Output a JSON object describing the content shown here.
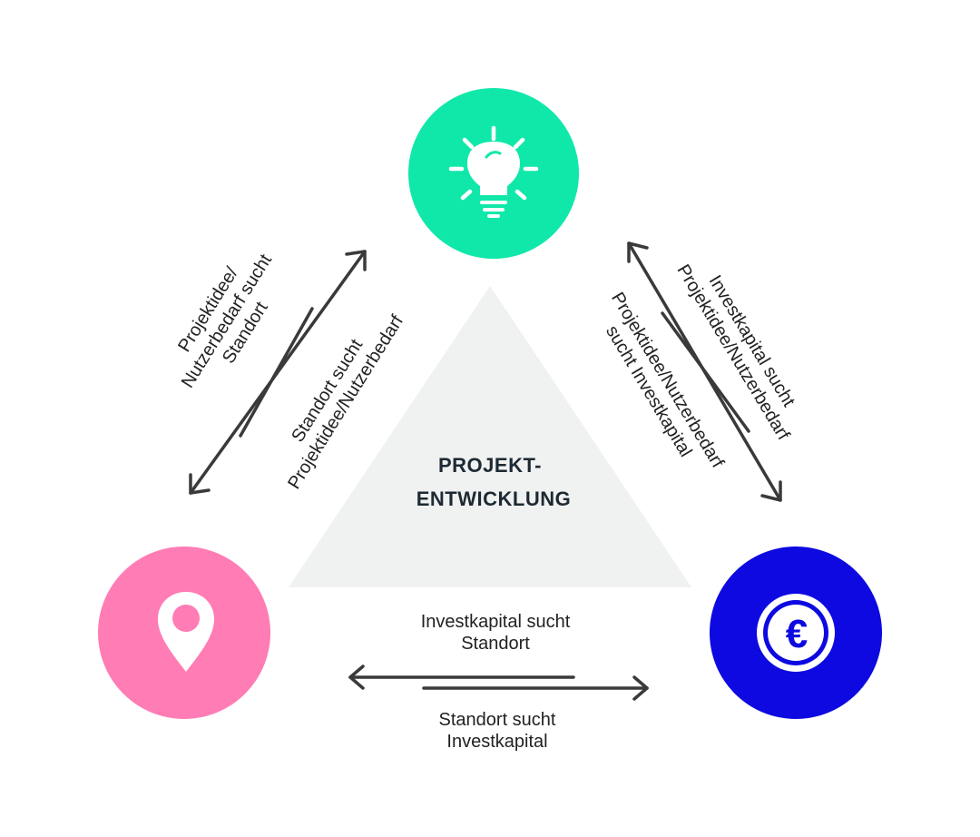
{
  "center": {
    "line1": "PROJEKT-",
    "line2": "ENTWICKLUNG"
  },
  "nodes": {
    "idea": {
      "icon": "lightbulb-icon",
      "color": "#10e8aa"
    },
    "location": {
      "icon": "map-pin-icon",
      "color": "#ff7cb4"
    },
    "capital": {
      "icon": "euro-coin-icon",
      "color": "#0d09e0"
    }
  },
  "triangle_color": "#f0f1f1",
  "labels": {
    "left_outer": [
      "Projektidee/",
      "Nutzerbedarf sucht",
      "Standort"
    ],
    "left_inner": [
      "Standort sucht",
      "Projektidee/Nutzerbedarf"
    ],
    "right_outer": [
      "Investkapital sucht",
      "Projektidee/Nutzerbedarf"
    ],
    "right_inner": [
      "Projektidee/Nutzerbedarf",
      "sucht Investkapital"
    ],
    "bottom_top": [
      "Investkapital sucht",
      "Standort"
    ],
    "bottom_bottom": [
      "Standort sucht",
      "Investkapital"
    ]
  }
}
